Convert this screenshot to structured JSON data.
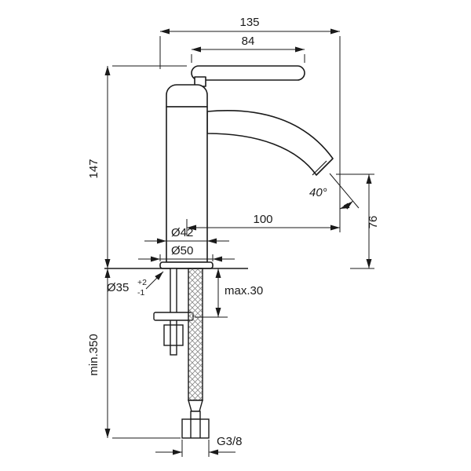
{
  "dims": {
    "overall_width": "135",
    "lever_length": "84",
    "height": "147",
    "spout_reach": "100",
    "spout_angle": "40°",
    "outlet_height": "76",
    "body_diameter": "Ø42",
    "base_diameter": "Ø50",
    "hole_diameter": "Ø35",
    "hole_tol_upper": "+2",
    "hole_tol_lower": "-1",
    "max_deck_thickness": "max.30",
    "min_hose_length": "min.350",
    "connection_thread": "G3/8"
  },
  "colors": {
    "line": "#1a1a1a",
    "background": "#ffffff"
  }
}
